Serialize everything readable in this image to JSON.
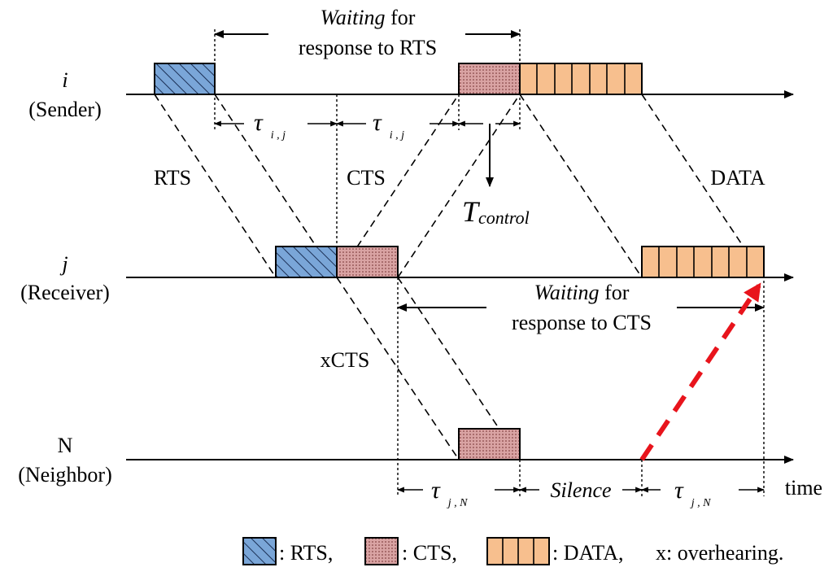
{
  "nodes": {
    "sender": {
      "symbol": "i",
      "role": "(Sender)"
    },
    "receiver": {
      "symbol": "j",
      "role": "(Receiver)"
    },
    "neighbor": {
      "symbol": "N",
      "role": "(Neighbor)"
    }
  },
  "axis_label": "time",
  "waiting_rts": {
    "word": "Waiting",
    "rest": " for",
    "line2": "response to RTS"
  },
  "waiting_cts": {
    "word": "Waiting",
    "rest": " for",
    "line2": "response to CTS"
  },
  "frame_labels": {
    "rts": "RTS",
    "cts": "CTS",
    "data": "DATA",
    "xcts": "xCTS"
  },
  "tau": {
    "symbol": "τ",
    "ij_sub": "i , j",
    "jn_sub": "j , N"
  },
  "t_control": {
    "symbol": "T",
    "sub": "control"
  },
  "silence": "Silence",
  "legend": {
    "rts": ": RTS,",
    "cts": ": CTS,",
    "data": ": DATA,",
    "overhearing": "x: overhearing."
  },
  "colors": {
    "rts_fill": "#7aa6d8",
    "cts_fill": "#d9a3a3",
    "data_fill": "#f7bf8e",
    "arrow_red": "#e8141c"
  }
}
